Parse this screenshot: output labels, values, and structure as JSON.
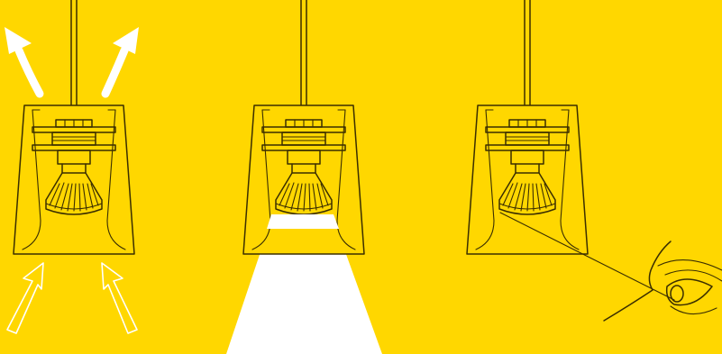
{
  "colors": {
    "background": "#FFD700",
    "line": "#3a2e00",
    "light_beam": "#FFFFFF",
    "arrows": "#FFFFFF"
  },
  "panels": [
    {
      "name": "airflow",
      "icons": [
        "inflow-arrow-icon",
        "outflow-arrow-icon"
      ]
    },
    {
      "name": "light-beam",
      "icons": [
        "light-beam-icon"
      ]
    },
    {
      "name": "glare-free-view",
      "icons": [
        "eye-icon",
        "sight-line-icon"
      ]
    }
  ]
}
